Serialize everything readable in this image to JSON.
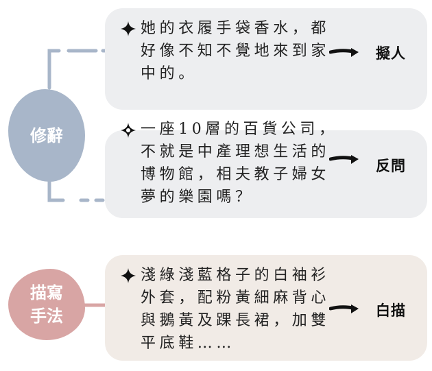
{
  "categories": [
    {
      "label": "修辭",
      "color": "#a8b6c9"
    },
    {
      "label_lines": [
        "描寫",
        "手法"
      ],
      "color": "#d8a5a4"
    }
  ],
  "items": [
    {
      "lines": [
        "她的衣履手袋香水，都",
        "好像不知不覺地來到家",
        "中的。"
      ],
      "term": "擬人",
      "star": "filled-star-icon"
    },
    {
      "lines": [
        "一座10層的百貨公司，",
        "不就是中產理想生活的",
        "博物館，相夫教子婦女",
        "夢的樂園嗎？"
      ],
      "term": "反問",
      "star": "outlined-star-icon"
    },
    {
      "lines": [
        "淺綠淺藍格子的白袖衫",
        "外套，配粉黃細麻背心",
        "與鵝黃及踝長裙，加雙",
        "平底鞋……"
      ],
      "term": "白描",
      "star": "filled-star-icon"
    }
  ]
}
